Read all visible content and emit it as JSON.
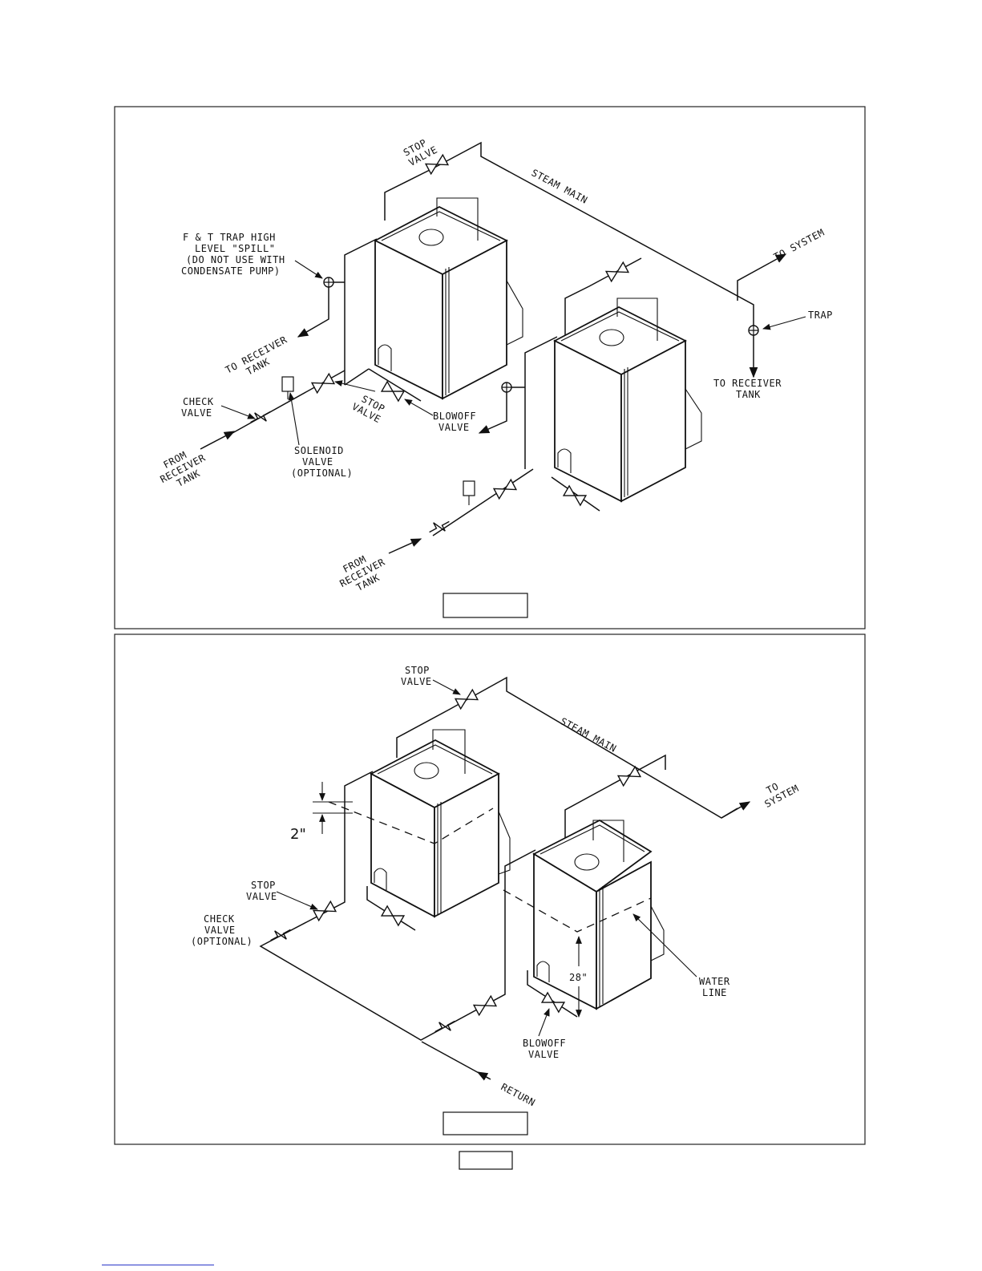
{
  "figure_top": {
    "labels": {
      "stop_valve_top": [
        "STOP",
        "VALVE"
      ],
      "steam_main": "STEAM MAIN",
      "to_system": "TO SYSTEM",
      "ft_trap": [
        "F & T TRAP HIGH",
        "LEVEL \"SPILL\"",
        "(DO NOT USE WITH",
        "CONDENSATE PUMP)"
      ],
      "to_receiver_left": [
        "TO RECEIVER",
        "TANK"
      ],
      "trap": "TRAP",
      "to_receiver_right": [
        "TO RECEIVER",
        "TANK"
      ],
      "check_valve": [
        "CHECK",
        "VALVE"
      ],
      "stop_valve_lower": [
        "STOP",
        "VALVE"
      ],
      "blowoff_valve": [
        "BLOWOFF",
        "VALVE"
      ],
      "solenoid_valve": [
        "SOLENOID",
        "VALVE",
        "(OPTIONAL)"
      ],
      "from_receiver_1": [
        "FROM",
        "RECEIVER",
        "TANK"
      ],
      "from_receiver_2": [
        "FROM",
        "RECEIVER",
        "TANK"
      ]
    }
  },
  "figure_bottom": {
    "labels": {
      "stop_valve_top": [
        "STOP",
        "VALVE"
      ],
      "steam_main": "STEAM MAIN",
      "to_system": [
        "TO",
        "SYSTEM"
      ],
      "dim_2in": "2\"",
      "stop_valve_left": [
        "STOP",
        "VALVE"
      ],
      "check_valve": [
        "CHECK",
        "VALVE",
        "(OPTIONAL)"
      ],
      "dim_28in": "28\"",
      "water_line": [
        "WATER",
        "LINE"
      ],
      "blowoff_valve": [
        "BLOWOFF",
        "VALVE"
      ],
      "return": "RETURN"
    }
  }
}
